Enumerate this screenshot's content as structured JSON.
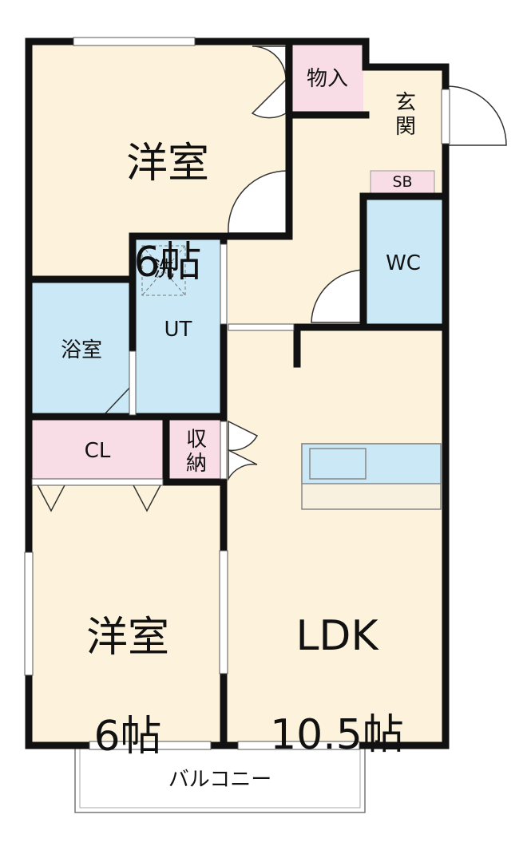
{
  "rooms": {
    "western_room_top": {
      "name": "洋室",
      "size": "6帖"
    },
    "western_room_bottom": {
      "name": "洋室",
      "size": "6帖"
    },
    "ldk": {
      "name": "LDK",
      "size": "10.5帖"
    },
    "storage": "物入",
    "entrance": "玄\n関",
    "shoe_box": "SB",
    "toilet": "WC",
    "washer": "洗",
    "utility": "UT",
    "bathroom": "浴室",
    "closet": "CL",
    "storage_small": "収\n納",
    "balcony": "バルコニー"
  },
  "colors": {
    "wall": "#111111",
    "living_floor": "#fdf3dc",
    "wet_area": "#cbe8f6",
    "storage_area": "#f9dde6",
    "balcony": "#ffffff"
  }
}
